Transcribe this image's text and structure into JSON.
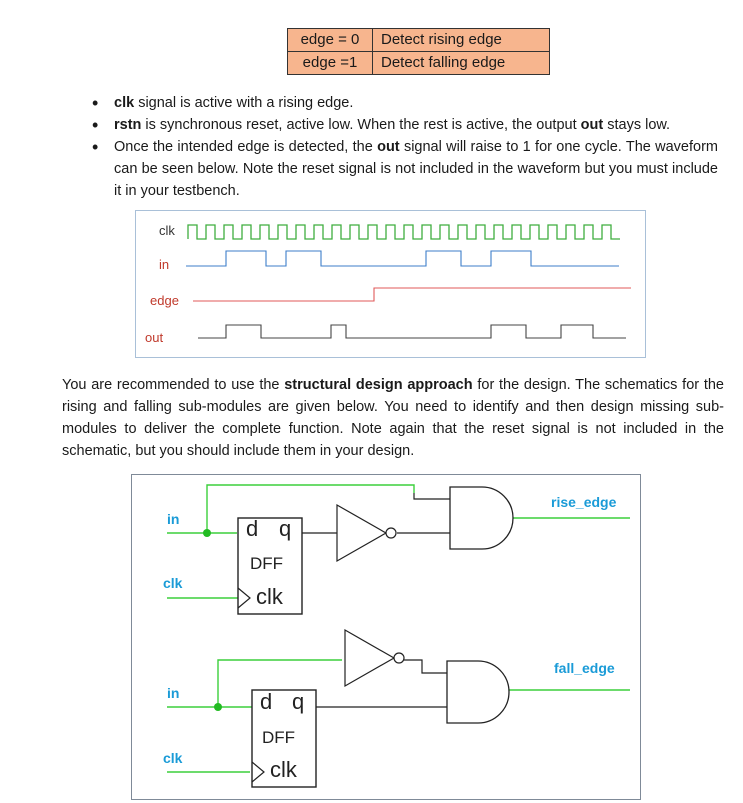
{
  "edge_table": {
    "rows": [
      {
        "cond": "edge = 0",
        "desc": "Detect rising edge"
      },
      {
        "cond": "edge =1",
        "desc": "Detect falling edge"
      }
    ]
  },
  "bullets": [
    {
      "b1": "clk",
      "t1": " signal is active with a rising edge."
    },
    {
      "b1": "rstn",
      "t1": " is synchronous reset, active low. When the rest is active, the output ",
      "b2": "out",
      "t2": " stays low."
    },
    {
      "t0": "Once the intended edge is detected, the ",
      "b1": "out",
      "t1": " signal will raise to 1 for one cycle. The waveform can be seen below. Note the reset signal is not included in the waveform but you must include it in your testbench."
    }
  ],
  "waveform": {
    "signals": [
      "clk",
      "in",
      "edge",
      "out"
    ],
    "colors": {
      "clk": "#3fae3f",
      "in": "#3d7ec9",
      "edge": "#e05a5a",
      "out": "#444444"
    },
    "label_colors": {
      "clk": "#333333",
      "in": "#c0392b",
      "edge": "#c0392b",
      "out": "#c0392b"
    }
  },
  "paragraph": {
    "t0": "You are recommended to use the ",
    "b0": "structural design approach",
    "t1": " for the design. The schematics for the rising and falling sub-modules are given below. You need to identify and then design missing sub-modules to deliver the complete function. Note again that the reset signal is not included in the schematic, but you should include them in your design."
  },
  "schematic": {
    "rise": {
      "in": "in",
      "clk": "clk",
      "out": "rise_edge",
      "d": "d",
      "q": "q",
      "dff": "DFF",
      "dff_clk": "clk"
    },
    "fall": {
      "in": "in",
      "clk": "clk",
      "out": "fall_edge",
      "d": "d",
      "q": "q",
      "dff": "DFF",
      "dff_clk": "clk"
    },
    "label_color": "#1a9bd7",
    "wire_color": "#3ccf3c"
  }
}
